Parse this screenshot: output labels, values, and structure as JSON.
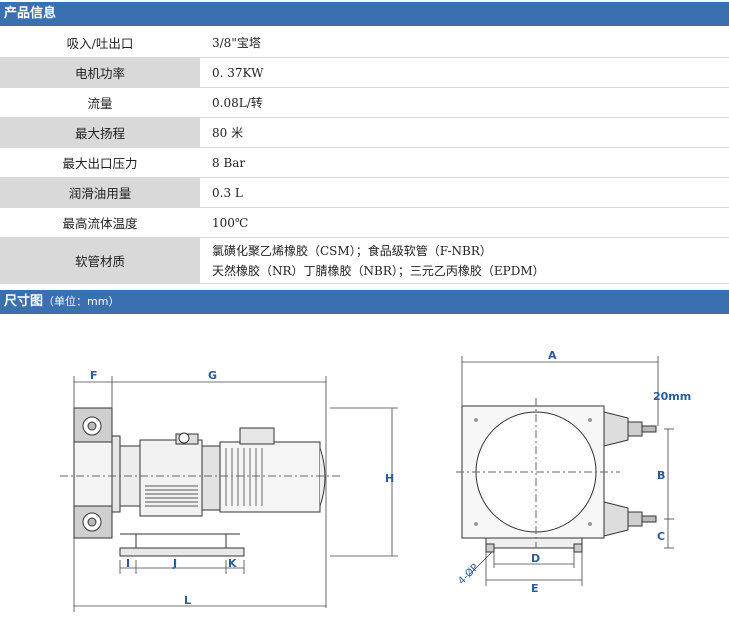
{
  "product_info": {
    "header": "产品信息",
    "rows": [
      {
        "label": "吸入/吐出口",
        "value": "3/8\"宝塔"
      },
      {
        "label": "电机功率",
        "value": "0. 37KW"
      },
      {
        "label": "流量",
        "value": "0.08L/转"
      },
      {
        "label": "最大扬程",
        "value": "80 米"
      },
      {
        "label": "最大出口压力",
        "value": "8 Bar"
      },
      {
        "label": "润滑油用量",
        "value": "0.3 L"
      },
      {
        "label": "最高流体温度",
        "value": "100℃"
      },
      {
        "label": "软管材质",
        "value": "氯磺化聚乙烯橡胶（CSM）；食品级软管（F-NBR）",
        "value2": "天然橡胶（NR）丁腈橡胶（NBR）；三元乙丙橡胶（EPDM）"
      }
    ]
  },
  "dimensions": {
    "header": "尺寸图",
    "header_note": "（单位：mm）",
    "labels": {
      "F": "F",
      "G": "G",
      "H": "H",
      "I": "I",
      "J": "J",
      "K": "K",
      "L": "L",
      "A": "A",
      "B": "B",
      "C": "C",
      "D": "D",
      "E": "E",
      "size_20": "20mm",
      "holes": "4-ØP"
    }
  }
}
